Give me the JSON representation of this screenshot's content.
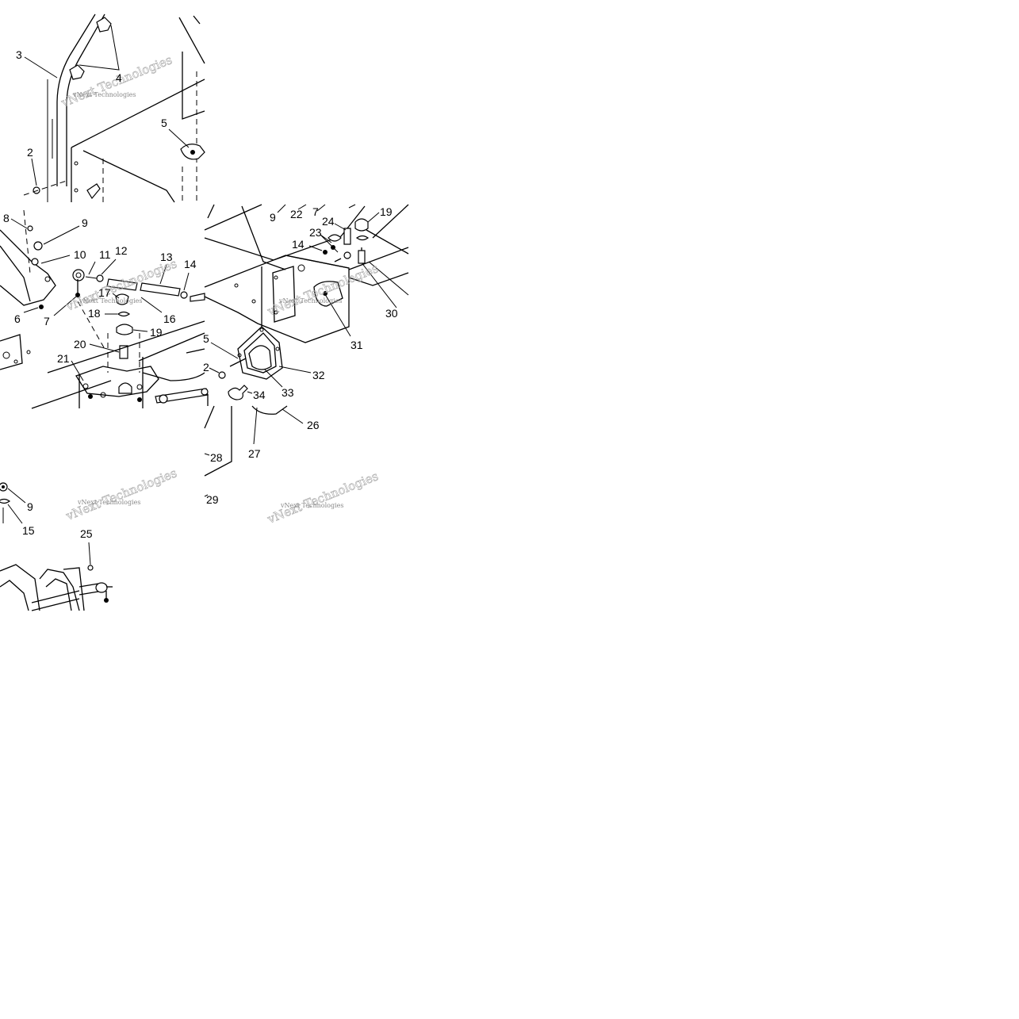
{
  "watermark": {
    "text": "vNext Technologies"
  },
  "callouts": {
    "c2a": "2",
    "c3": "3",
    "c4": "4",
    "c5a": "5",
    "c8": "8",
    "c9a": "9",
    "c10": "10",
    "c11": "11",
    "c12": "12",
    "c13": "13",
    "c14a": "14",
    "c6": "6",
    "c7a": "7",
    "c17": "17",
    "c18": "18",
    "c16": "16",
    "c19a": "19",
    "c20": "20",
    "c21": "21",
    "c9b": "9",
    "c22": "22",
    "c7b": "7",
    "c24": "24",
    "c19b": "19",
    "c23": "23",
    "c14b": "14",
    "c30": "30",
    "c31": "31",
    "c5b": "5",
    "c2b": "2",
    "c32": "32",
    "c33": "33",
    "c34": "34",
    "c26": "26",
    "c27": "27",
    "c28": "28",
    "c29": "29",
    "c9c": "9",
    "c15": "15",
    "c25": "25"
  }
}
